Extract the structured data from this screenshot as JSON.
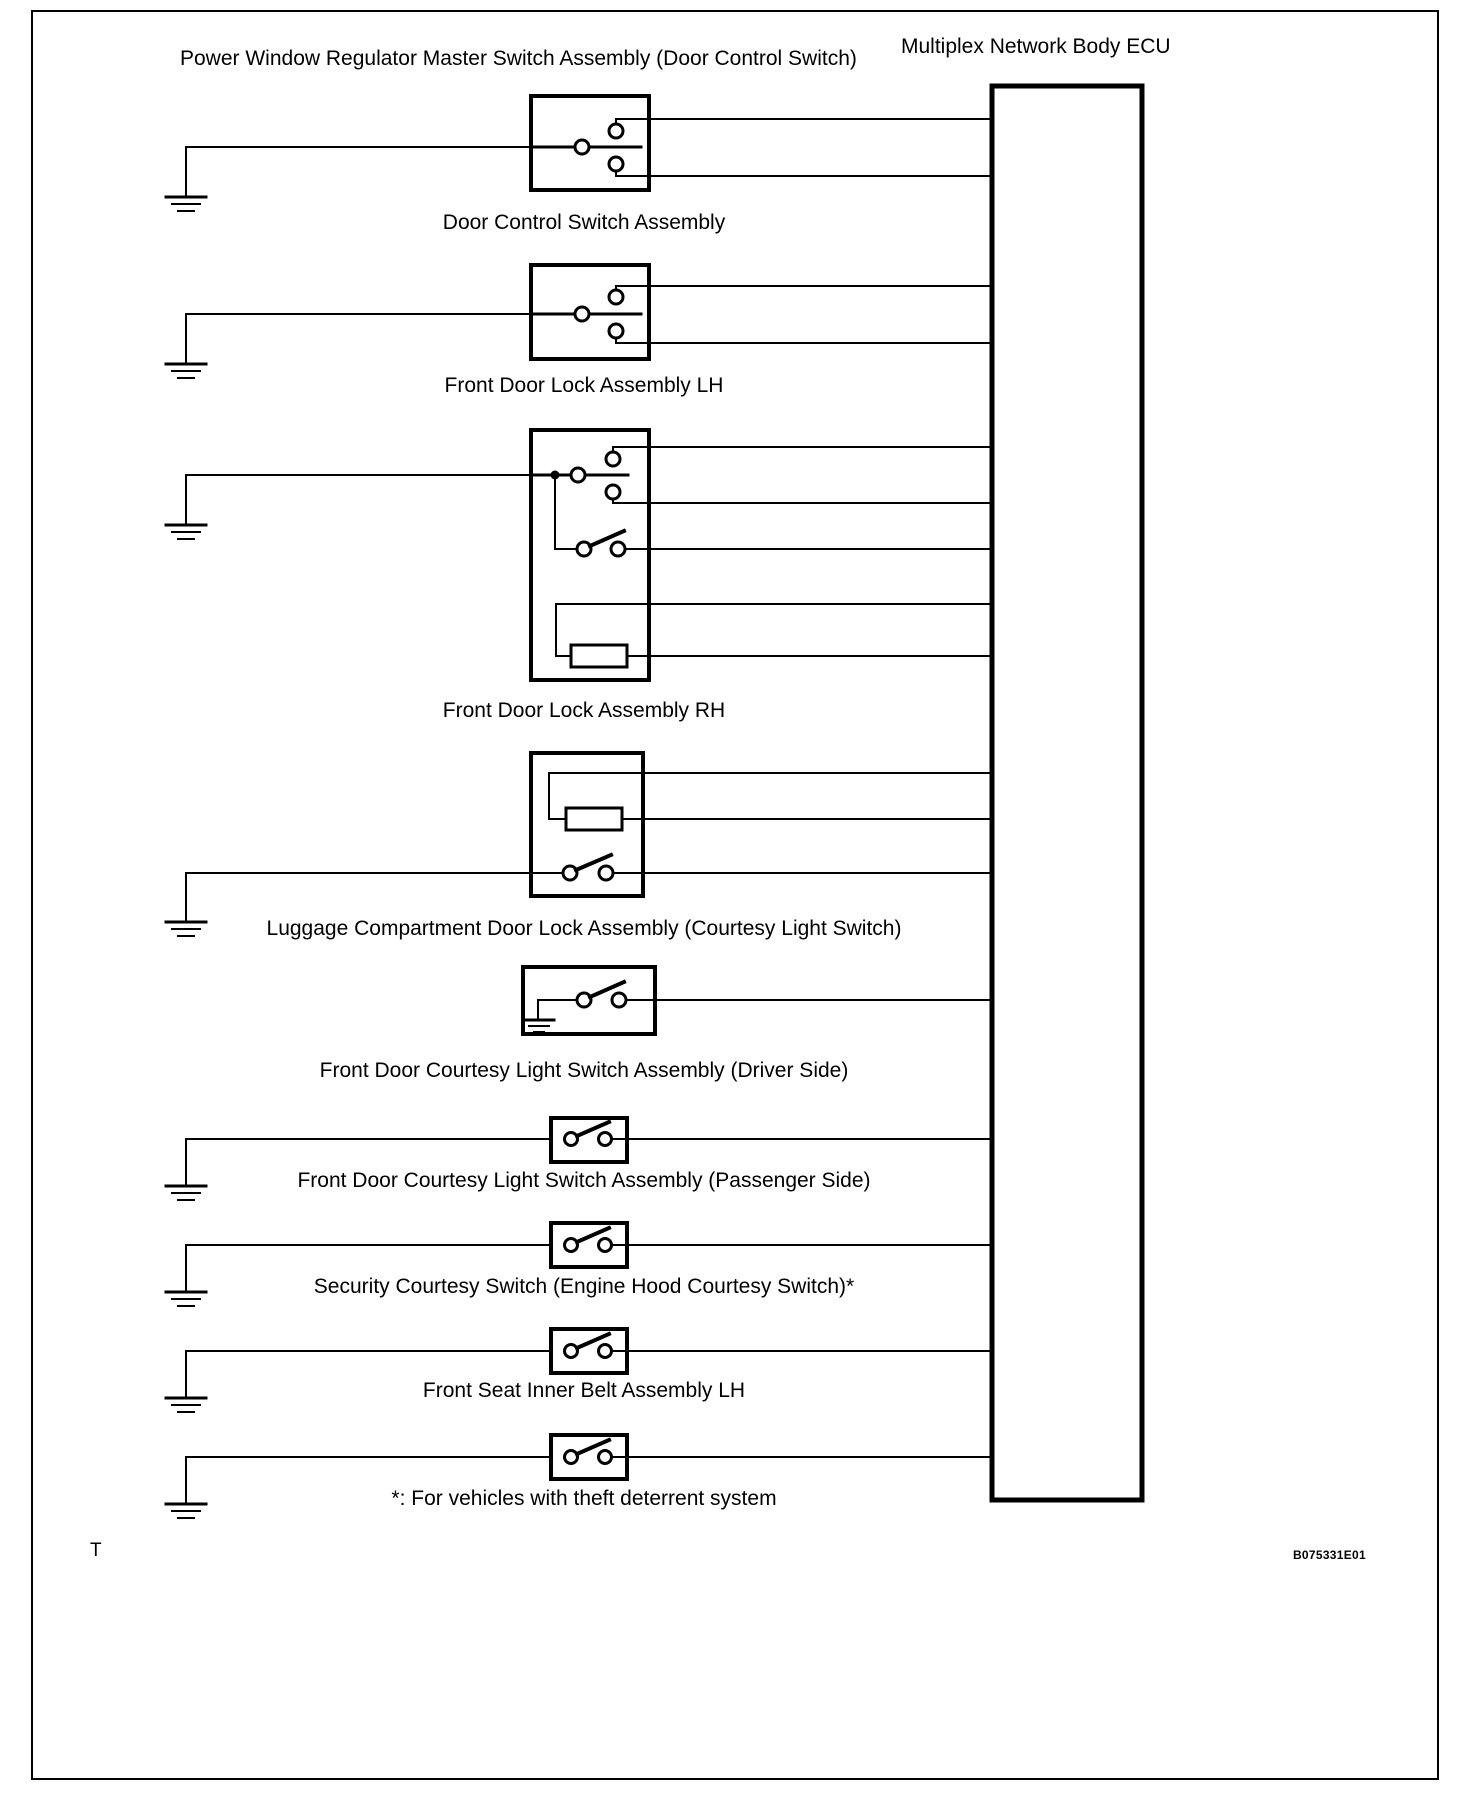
{
  "page": {
    "title_left": "Power Window Regulator Master Switch Assembly (Door Control Switch)",
    "title_right": "Multiplex Network Body ECU",
    "footer_mark": "T",
    "footer_code": "B075331E01",
    "note": "*: For vehicles with theft deterrent system",
    "background": "#ffffff",
    "ink": "#000000"
  },
  "ecu": {
    "name": "Multiplex Network Body ECU"
  },
  "components": [
    {
      "id": "door-control-switch-assembly",
      "label": "Door Control Switch Assembly",
      "type": "spdt-two-terminal",
      "ground": true
    },
    {
      "id": "front-door-lock-assembly-lh",
      "label": "Front Door Lock Assembly LH",
      "type": "spdt-two-terminal",
      "ground": true
    },
    {
      "id": "front-door-lock-assembly-rh",
      "label": "Front Door Lock Assembly RH",
      "type": "spdt-plus-switch-plus-coil",
      "ground": true
    },
    {
      "id": "luggage-compartment-door-lock-assembly",
      "label": "Luggage Compartment Door Lock Assembly (Courtesy Light Switch)",
      "type": "coil-plus-switch",
      "ground": true
    },
    {
      "id": "front-door-courtesy-light-switch-driver",
      "label": "Front Door Courtesy Light Switch Assembly (Driver Side)",
      "type": "switch-internal-ground",
      "ground": true
    },
    {
      "id": "front-door-courtesy-light-switch-passenger",
      "label": "Front Door Courtesy Light Switch Assembly (Passenger Side)",
      "type": "small-switch",
      "ground": true
    },
    {
      "id": "security-courtesy-switch",
      "label": "Security Courtesy Switch (Engine Hood Courtesy Switch)*",
      "type": "small-switch",
      "ground": true
    },
    {
      "id": "front-seat-inner-belt-assembly-lh",
      "label": "Front Seat Inner Belt Assembly LH",
      "type": "small-switch",
      "ground": true
    },
    {
      "id": "bottom-switch",
      "label": "*: For vehicles with theft deterrent system",
      "type": "small-switch",
      "ground": true
    }
  ]
}
